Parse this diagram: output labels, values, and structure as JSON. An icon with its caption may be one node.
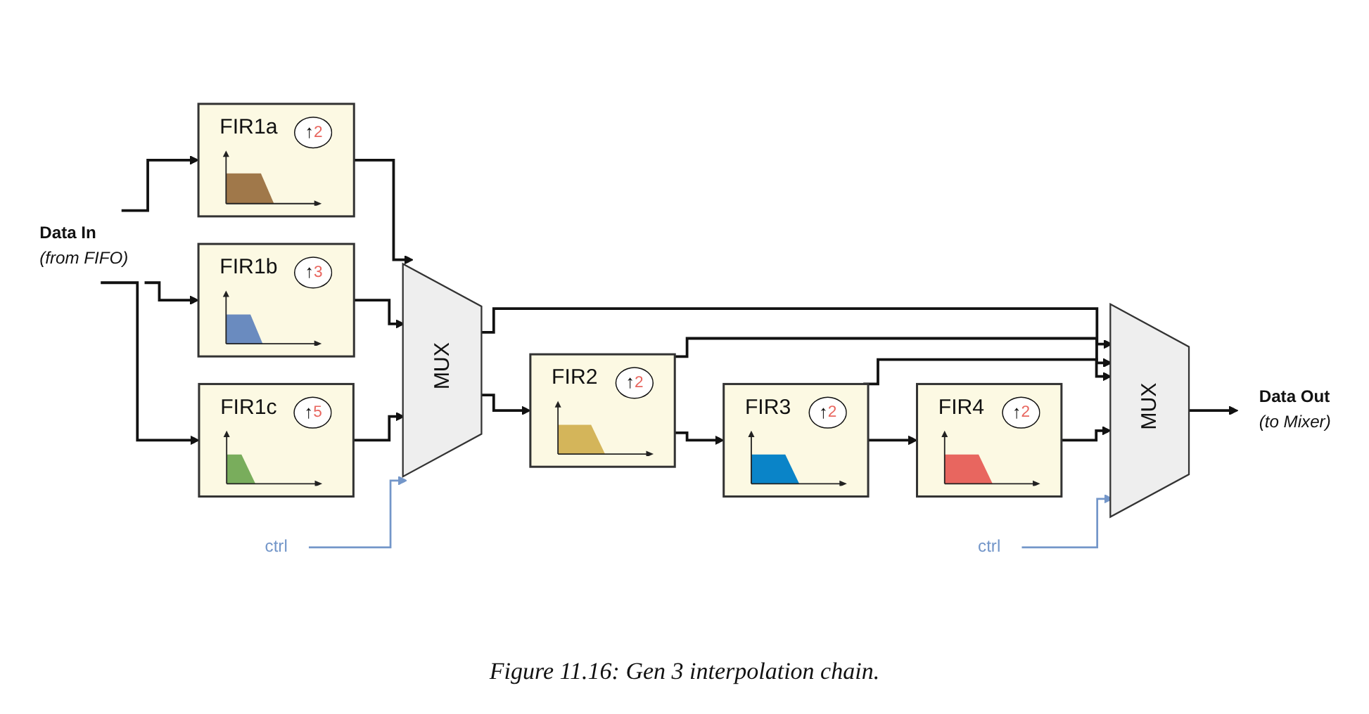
{
  "diagram": {
    "caption": "Figure 11.16: Gen 3 interpolation chain.",
    "nodes": [
      {
        "text": [
          "Data In",
          "(from FIFO)"
        ]
      },
      {
        "text": [
          "FIR1a",
          "↑2"
        ]
      },
      {
        "text": [
          "FIR1b",
          "↑3"
        ]
      },
      {
        "text": [
          "FIR1c",
          "↑5"
        ]
      },
      {
        "text": [
          "MUX"
        ]
      },
      {
        "text": [
          "ctrl"
        ]
      },
      {
        "text": [
          "FIR2",
          "↑2"
        ]
      },
      {
        "text": [
          "FIR3",
          "↑2"
        ]
      },
      {
        "text": [
          "FIR4",
          "↑2"
        ]
      },
      {
        "text": [
          "MUX"
        ]
      },
      {
        "text": [
          "ctrl"
        ]
      },
      {
        "text": [
          "Data Out",
          "(to Mixer)"
        ]
      }
    ],
    "edges": [
      {
        "from": 0,
        "to": 1,
        "arrow": "to"
      },
      {
        "from": 0,
        "to": 2,
        "arrow": "to"
      },
      {
        "from": 0,
        "to": 3,
        "arrow": "to"
      },
      {
        "from": 1,
        "to": 4,
        "arrow": "to"
      },
      {
        "from": 2,
        "to": 4,
        "arrow": "to"
      },
      {
        "from": 3,
        "to": 4,
        "arrow": "to"
      },
      {
        "from": 5,
        "to": 4,
        "arrow": "to",
        "color": "#7396c9"
      },
      {
        "from": 4,
        "to": 6,
        "arrow": "to"
      },
      {
        "from": 4,
        "to": 9,
        "arrow": "to"
      },
      {
        "from": 6,
        "to": 7,
        "arrow": "to"
      },
      {
        "from": 6,
        "to": 9,
        "arrow": "to"
      },
      {
        "from": 7,
        "to": 8,
        "arrow": "to"
      },
      {
        "from": 7,
        "to": 9,
        "arrow": "to"
      },
      {
        "from": 8,
        "to": 9,
        "arrow": "to"
      },
      {
        "from": 10,
        "to": 9,
        "arrow": "to",
        "color": "#7396c9"
      },
      {
        "from": 9,
        "to": 11,
        "arrow": "to"
      }
    ]
  }
}
